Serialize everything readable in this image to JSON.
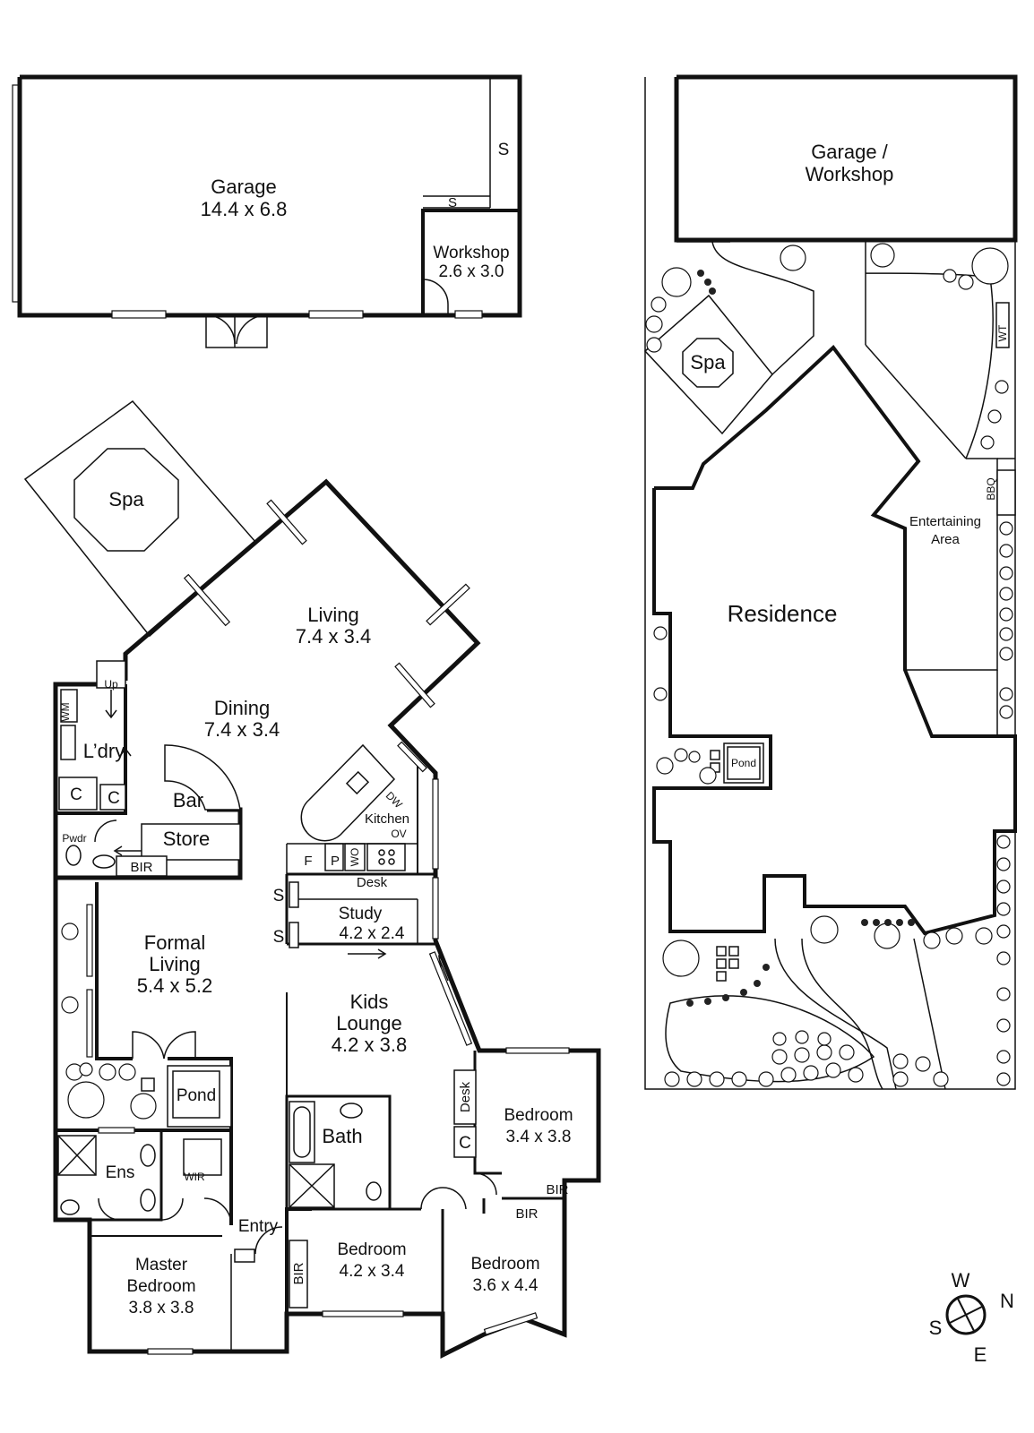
{
  "garage": {
    "name": "Garage",
    "size": "14.4 x 6.8",
    "storage_tall": "S",
    "storage_wide": "S"
  },
  "workshop": {
    "name": "Workshop",
    "size": "2.6 x 3.0"
  },
  "spa": {
    "name": "Spa"
  },
  "living": {
    "name": "Living",
    "size": "7.4 x 3.4"
  },
  "dining": {
    "name": "Dining",
    "size": "7.4 x 3.4"
  },
  "up": {
    "label": "Up"
  },
  "laundry": {
    "name": "L’dry",
    "wm": "WM",
    "c1": "C",
    "c2": "C"
  },
  "bar": {
    "name": "Bar"
  },
  "store": {
    "name": "Store"
  },
  "powder": {
    "name": "Pwdr",
    "bir": "BIR"
  },
  "kitchen": {
    "name": "Kitchen",
    "dw": "DW",
    "ov": "OV",
    "f": "F",
    "p": "P",
    "wo": "WO"
  },
  "desk1": {
    "label": "Desk"
  },
  "study": {
    "name": "Study",
    "size": "4.2 x 2.4",
    "s1": "S",
    "s2": "S"
  },
  "formal_living": {
    "line1": "Formal",
    "line2": "Living",
    "size": "5.4 x 5.2"
  },
  "kids_lounge": {
    "line1": "Kids",
    "line2": "Lounge",
    "size": "4.2 x 3.8"
  },
  "pond": {
    "name": "Pond"
  },
  "bath": {
    "name": "Bath"
  },
  "desk2": {
    "label": "Desk",
    "c": "C"
  },
  "bedroom_a": {
    "name": "Bedroom",
    "size": "3.4 x 3.8",
    "bir": "BIR"
  },
  "ensuite": {
    "name": "Ens",
    "wir": "WIR"
  },
  "entry": {
    "name": "Entry"
  },
  "master": {
    "line1": "Master",
    "line2": "Bedroom",
    "size": "3.8 x 3.8"
  },
  "bedroom_b": {
    "name": "Bedroom",
    "size": "4.2 x 3.4",
    "bir": "BIR"
  },
  "bedroom_c": {
    "name": "Bedroom",
    "size": "3.6 x 4.4",
    "bir": "BIR"
  },
  "site": {
    "garage_line1": "Garage /",
    "garage_line2": "Workshop",
    "spa": "Spa",
    "wt": "WT",
    "bbq": "BBQ",
    "entertaining_line1": "Entertaining",
    "entertaining_line2": "Area",
    "residence": "Residence",
    "pond": "Pond"
  },
  "compass": {
    "w": "W",
    "n": "N",
    "s": "S",
    "e": "E"
  }
}
